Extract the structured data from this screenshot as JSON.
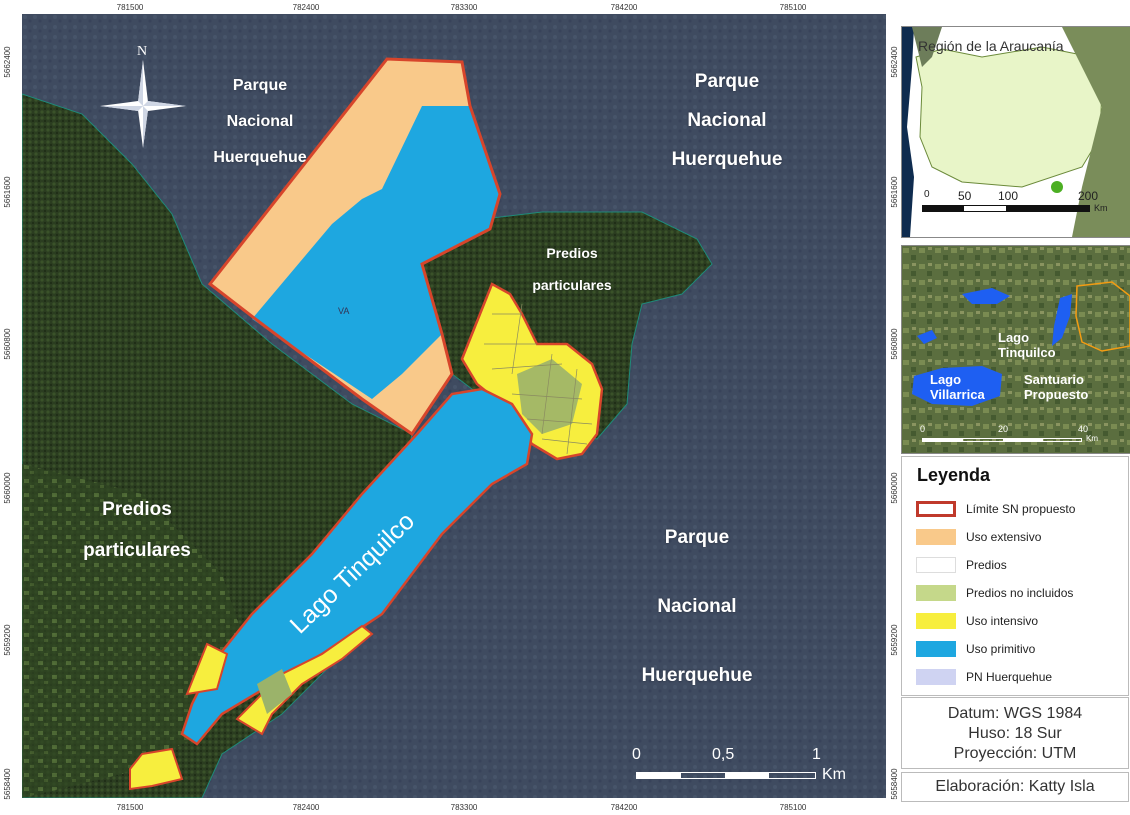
{
  "main_map": {
    "labels": {
      "parque_nw": [
        "Parque",
        "Nacional",
        "Huerquehue"
      ],
      "parque_ne": [
        "Parque",
        "Nacional",
        "Huerquehue"
      ],
      "parque_se": [
        "Parque",
        "Nacional",
        "Huerquehue"
      ],
      "predios_west": [
        "Predios",
        "particulares"
      ],
      "predios_center": [
        "Predios",
        "particulares"
      ],
      "lake": "Lago Tinquilco",
      "zone_code": "VA"
    },
    "north_arrow": "N",
    "x_ticks": [
      "781500",
      "782400",
      "783300",
      "784200",
      "785100"
    ],
    "y_ticks": [
      "5662400",
      "5661600",
      "5660800",
      "5660000",
      "5659200",
      "5658400"
    ],
    "scale_bar": {
      "labels": [
        "0",
        "0,5",
        "1"
      ],
      "unit": "Km"
    }
  },
  "inset_region": {
    "title": "Región de la Araucanía",
    "scale_labels": [
      "0",
      "50",
      "100",
      "200"
    ],
    "scale_unit": "Km"
  },
  "inset_local": {
    "labels": {
      "lago_tinquilco": [
        "Lago",
        "Tinquilco"
      ],
      "lago_villarrica": [
        "Lago",
        "Villarrica"
      ],
      "santuario": [
        "Santuario",
        "Propuesto"
      ]
    },
    "scale_labels": [
      "0",
      "20",
      "40"
    ],
    "scale_unit": "Km"
  },
  "legend": {
    "title": "Leyenda",
    "items": [
      {
        "label": "Límite SN propuesto",
        "fill": "#ffffff",
        "stroke": "#c0392b"
      },
      {
        "label": "Uso extensivo",
        "fill": "#f9c98a",
        "stroke": "#f9c98a"
      },
      {
        "label": "Predios",
        "fill": "#ffffff",
        "stroke": "#dddddd"
      },
      {
        "label": "Predios no incluidos",
        "fill": "#c5d88a",
        "stroke": "#c5d88a"
      },
      {
        "label": "Uso intensivo",
        "fill": "#f7ee3e",
        "stroke": "#f7ee3e"
      },
      {
        "label": "Uso primitivo",
        "fill": "#1ea7e0",
        "stroke": "#1ea7e0"
      },
      {
        "label": "PN Huerquehue",
        "fill": "#cfd3f2",
        "stroke": "#cfd3f2"
      }
    ]
  },
  "info": {
    "datum": "Datum: WGS 1984",
    "huso": "Huso: 18 Sur",
    "proyeccion": "Proyección: UTM"
  },
  "credit": "Elaboración: Katty Isla",
  "colors": {
    "park": "#3f4a5e",
    "forest": "#2a3d1f",
    "lake": "#1ea7e0",
    "extensive": "#f9c98a",
    "intensive": "#f7ee3e",
    "excluded": "#9bb36a",
    "boundary": "#d7452b"
  }
}
